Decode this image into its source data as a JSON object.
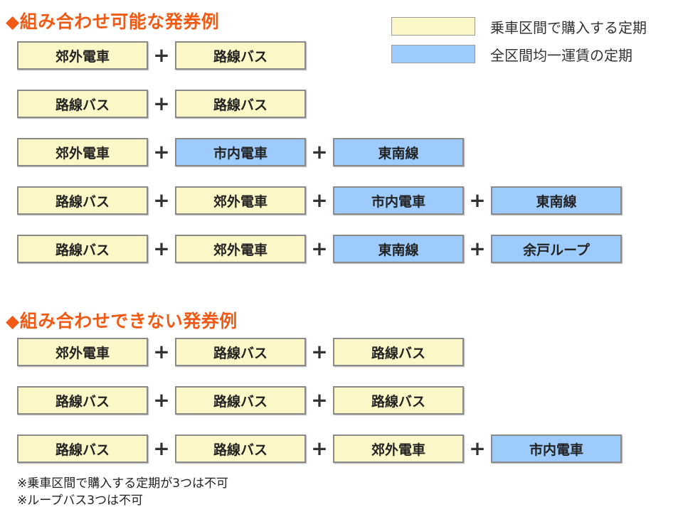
{
  "colors": {
    "section_term": "#fcf7c6",
    "flat_fare": "#9ccbfc",
    "title": "#f05a14"
  },
  "legend": [
    {
      "label": "乗車区間で購入する定期",
      "type": "section_term"
    },
    {
      "label": "全区間均一運賃の定期",
      "type": "flat_fare"
    }
  ],
  "possible": {
    "title": "◆組み合わせ可能な発券例",
    "rows": [
      [
        {
          "label": "郊外電車",
          "type": "section_term"
        },
        {
          "label": "路線バス",
          "type": "section_term"
        }
      ],
      [
        {
          "label": "路線バス",
          "type": "section_term"
        },
        {
          "label": "路線バス",
          "type": "section_term"
        }
      ],
      [
        {
          "label": "郊外電車",
          "type": "section_term"
        },
        {
          "label": "市内電車",
          "type": "flat_fare"
        },
        {
          "label": "東南線",
          "type": "flat_fare"
        }
      ],
      [
        {
          "label": "路線バス",
          "type": "section_term"
        },
        {
          "label": "郊外電車",
          "type": "section_term"
        },
        {
          "label": "市内電車",
          "type": "flat_fare"
        },
        {
          "label": "東南線",
          "type": "flat_fare"
        }
      ],
      [
        {
          "label": "路線バス",
          "type": "section_term"
        },
        {
          "label": "郊外電車",
          "type": "section_term"
        },
        {
          "label": "東南線",
          "type": "flat_fare"
        },
        {
          "label": "余戸ループ",
          "type": "flat_fare"
        }
      ]
    ]
  },
  "impossible": {
    "title": "◆組み合わせできない発券例",
    "rows": [
      [
        {
          "label": "郊外電車",
          "type": "section_term"
        },
        {
          "label": "路線バス",
          "type": "section_term"
        },
        {
          "label": "路線バス",
          "type": "section_term"
        }
      ],
      [
        {
          "label": "路線バス",
          "type": "section_term"
        },
        {
          "label": "路線バス",
          "type": "section_term"
        },
        {
          "label": "路線バス",
          "type": "section_term"
        }
      ],
      [
        {
          "label": "路線バス",
          "type": "section_term"
        },
        {
          "label": "路線バス",
          "type": "section_term"
        },
        {
          "label": "郊外電車",
          "type": "section_term"
        },
        {
          "label": "市内電車",
          "type": "flat_fare"
        }
      ]
    ]
  },
  "plus_symbol": "+",
  "notes": [
    "※乗車区間で購入する定期が3つは不可",
    "※ループバス3つは不可"
  ]
}
